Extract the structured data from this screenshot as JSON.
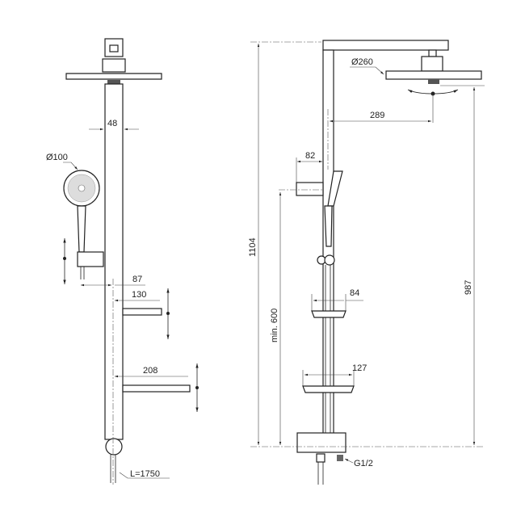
{
  "front_view": {
    "pipe_width": "48",
    "hand_shower_diameter": "Ø100",
    "holder_offset": "87",
    "shelf_small_width": "130",
    "shelf_large_width": "208",
    "hose_length": "L=1750"
  },
  "side_view": {
    "head_diameter": "Ø260",
    "arm_projection": "289",
    "holder_projection": "82",
    "shelf_small_depth": "84",
    "shelf_large_depth": "127",
    "total_height": "1104",
    "head_height": "987",
    "min_holder_height": "min. 600",
    "inlet_thread": "G1/2"
  }
}
